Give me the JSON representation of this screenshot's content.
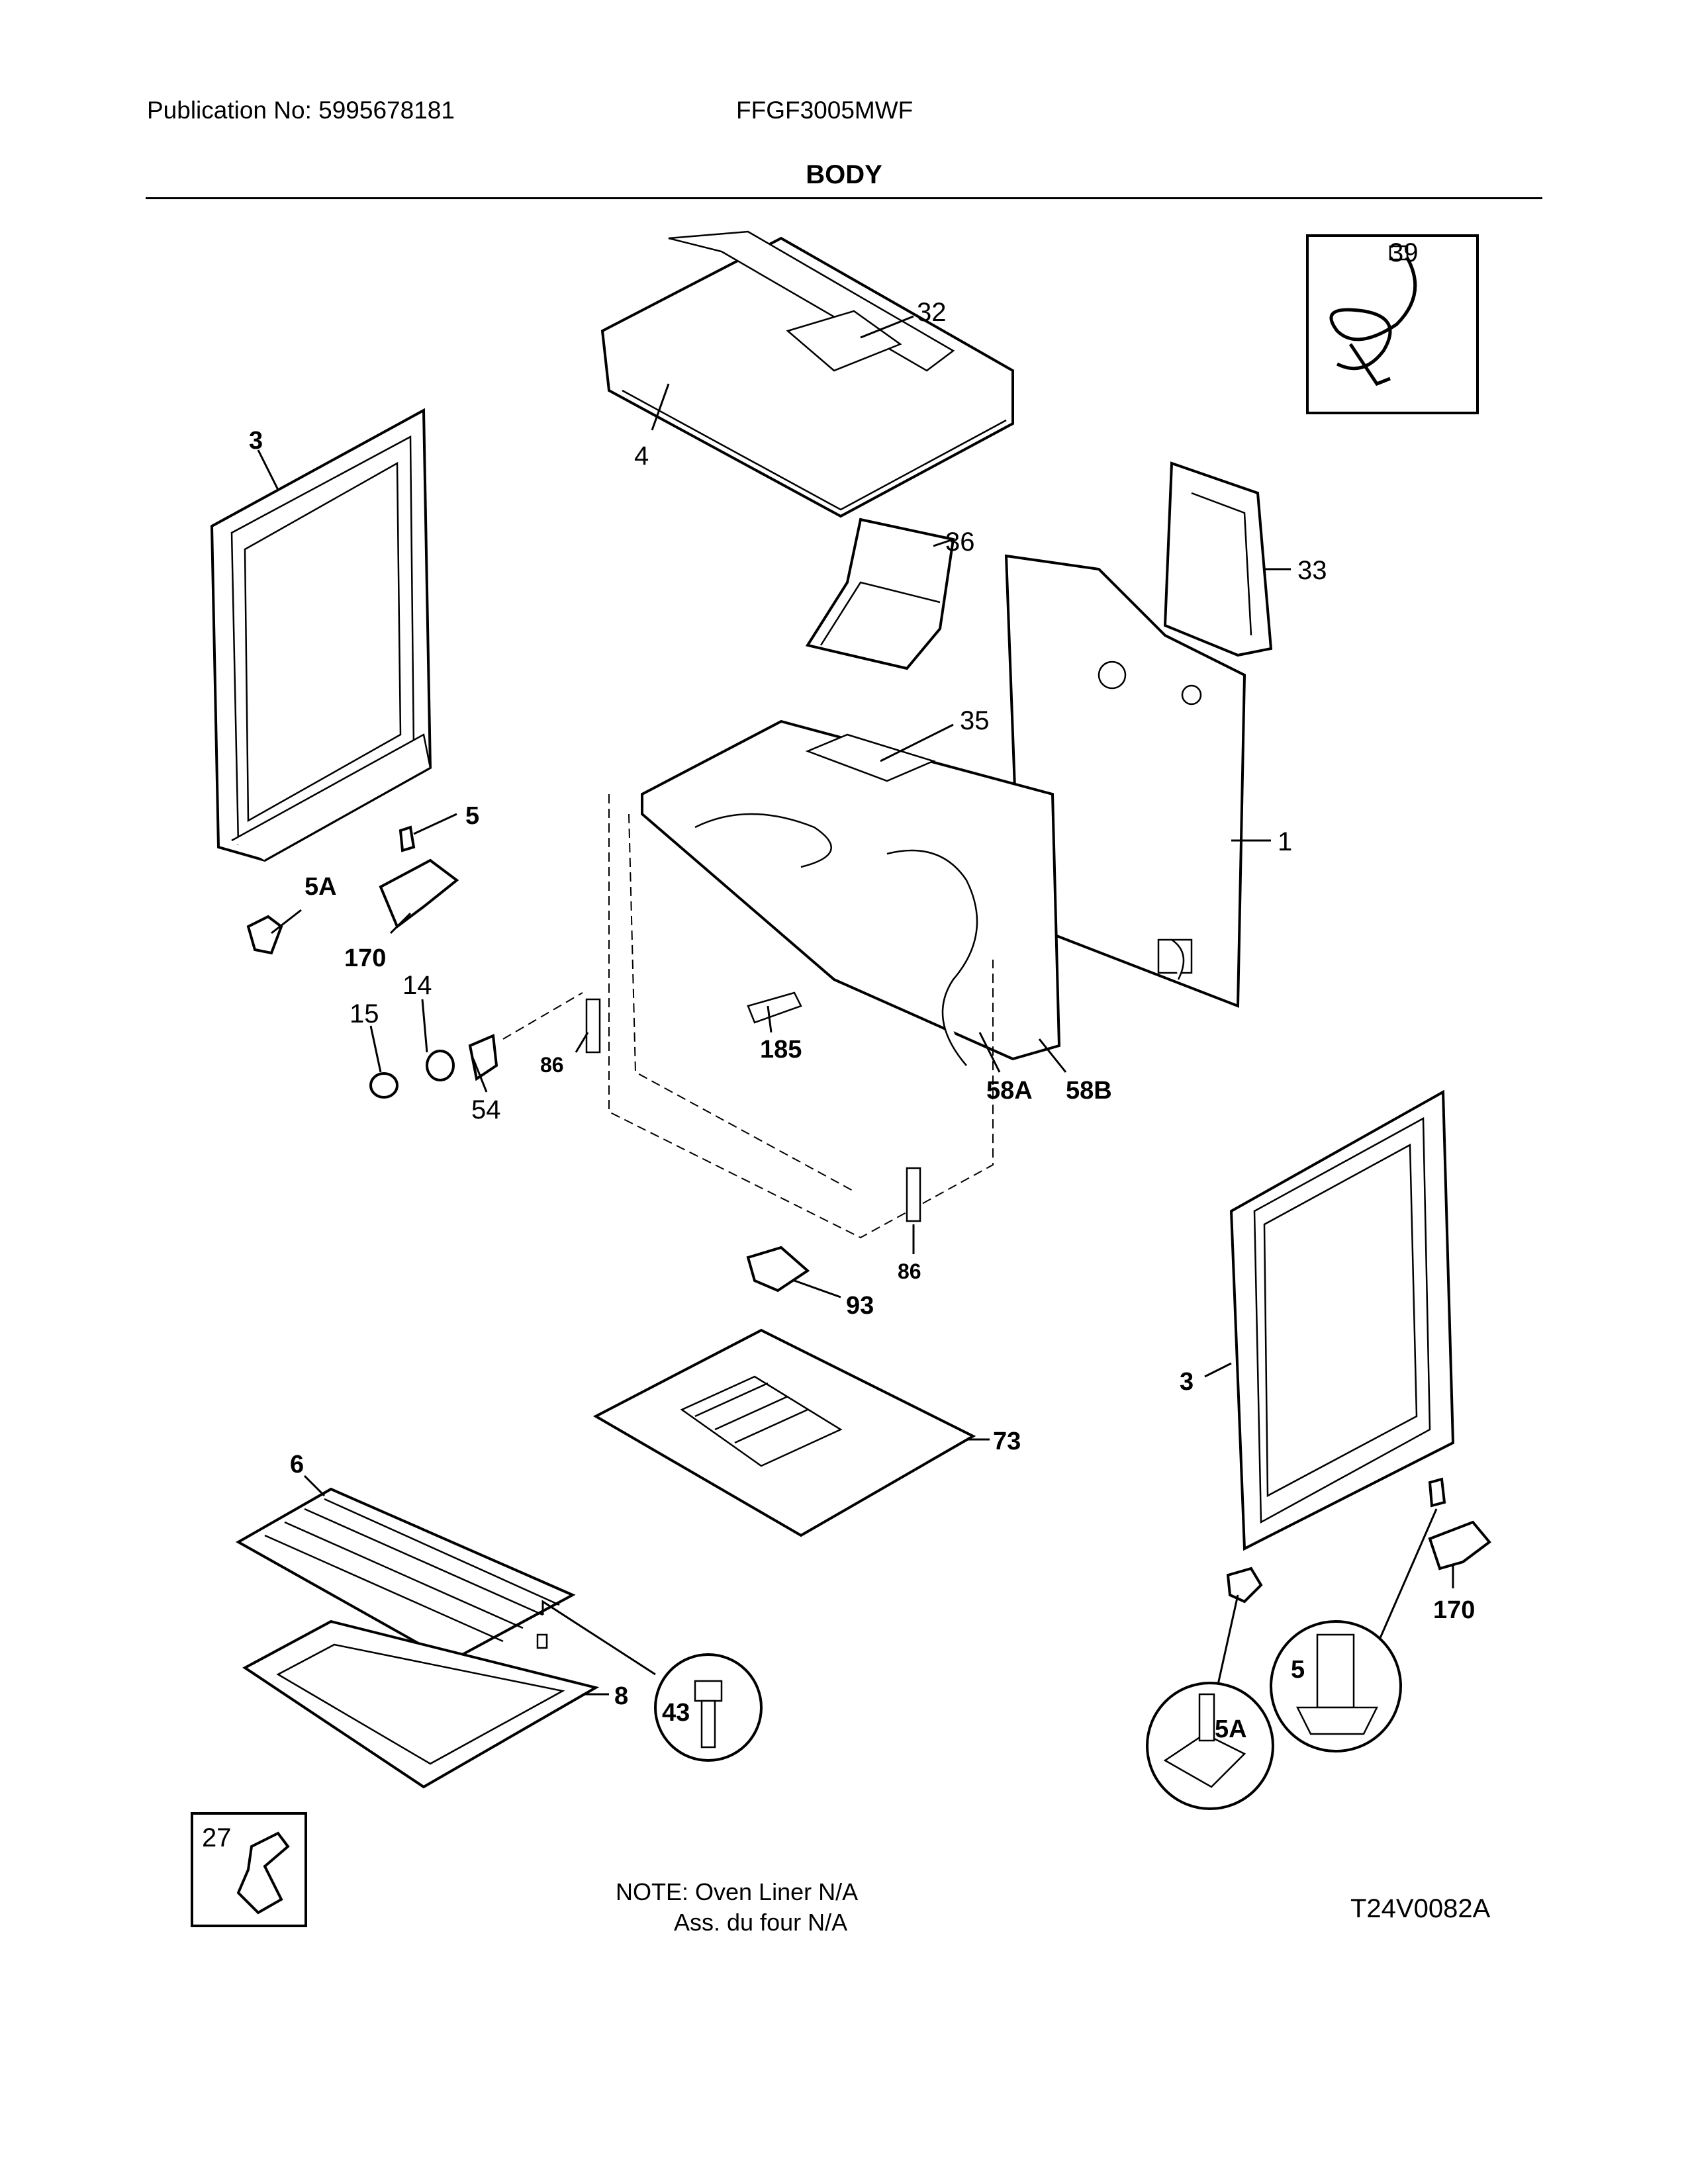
{
  "header": {
    "publication": "Publication No: 5995678181",
    "model": "FFGF3005MWF",
    "section_title": "BODY"
  },
  "labels": {
    "l39": "39",
    "l32": "32",
    "l4": "4",
    "l3a": "3",
    "l36": "36",
    "l33": "33",
    "l35": "35",
    "l1": "1",
    "l5a": "5",
    "l5Aa": "5A",
    "l170a": "170",
    "l14": "14",
    "l15": "15",
    "l54": "54",
    "l86a": "86",
    "l185": "185",
    "l58A": "58A",
    "l58B": "58B",
    "l86b": "86",
    "l93": "93",
    "l73": "73",
    "l3b": "3",
    "l6": "6",
    "l8": "8",
    "l43": "43",
    "l5Ab": "5A",
    "l5b": "5",
    "l170b": "170",
    "l27": "27"
  },
  "footer": {
    "note_line1": "NOTE: Oven Liner N/A",
    "note_line2": "Ass. du four N/A",
    "diagram_code": "T24V0082A"
  }
}
